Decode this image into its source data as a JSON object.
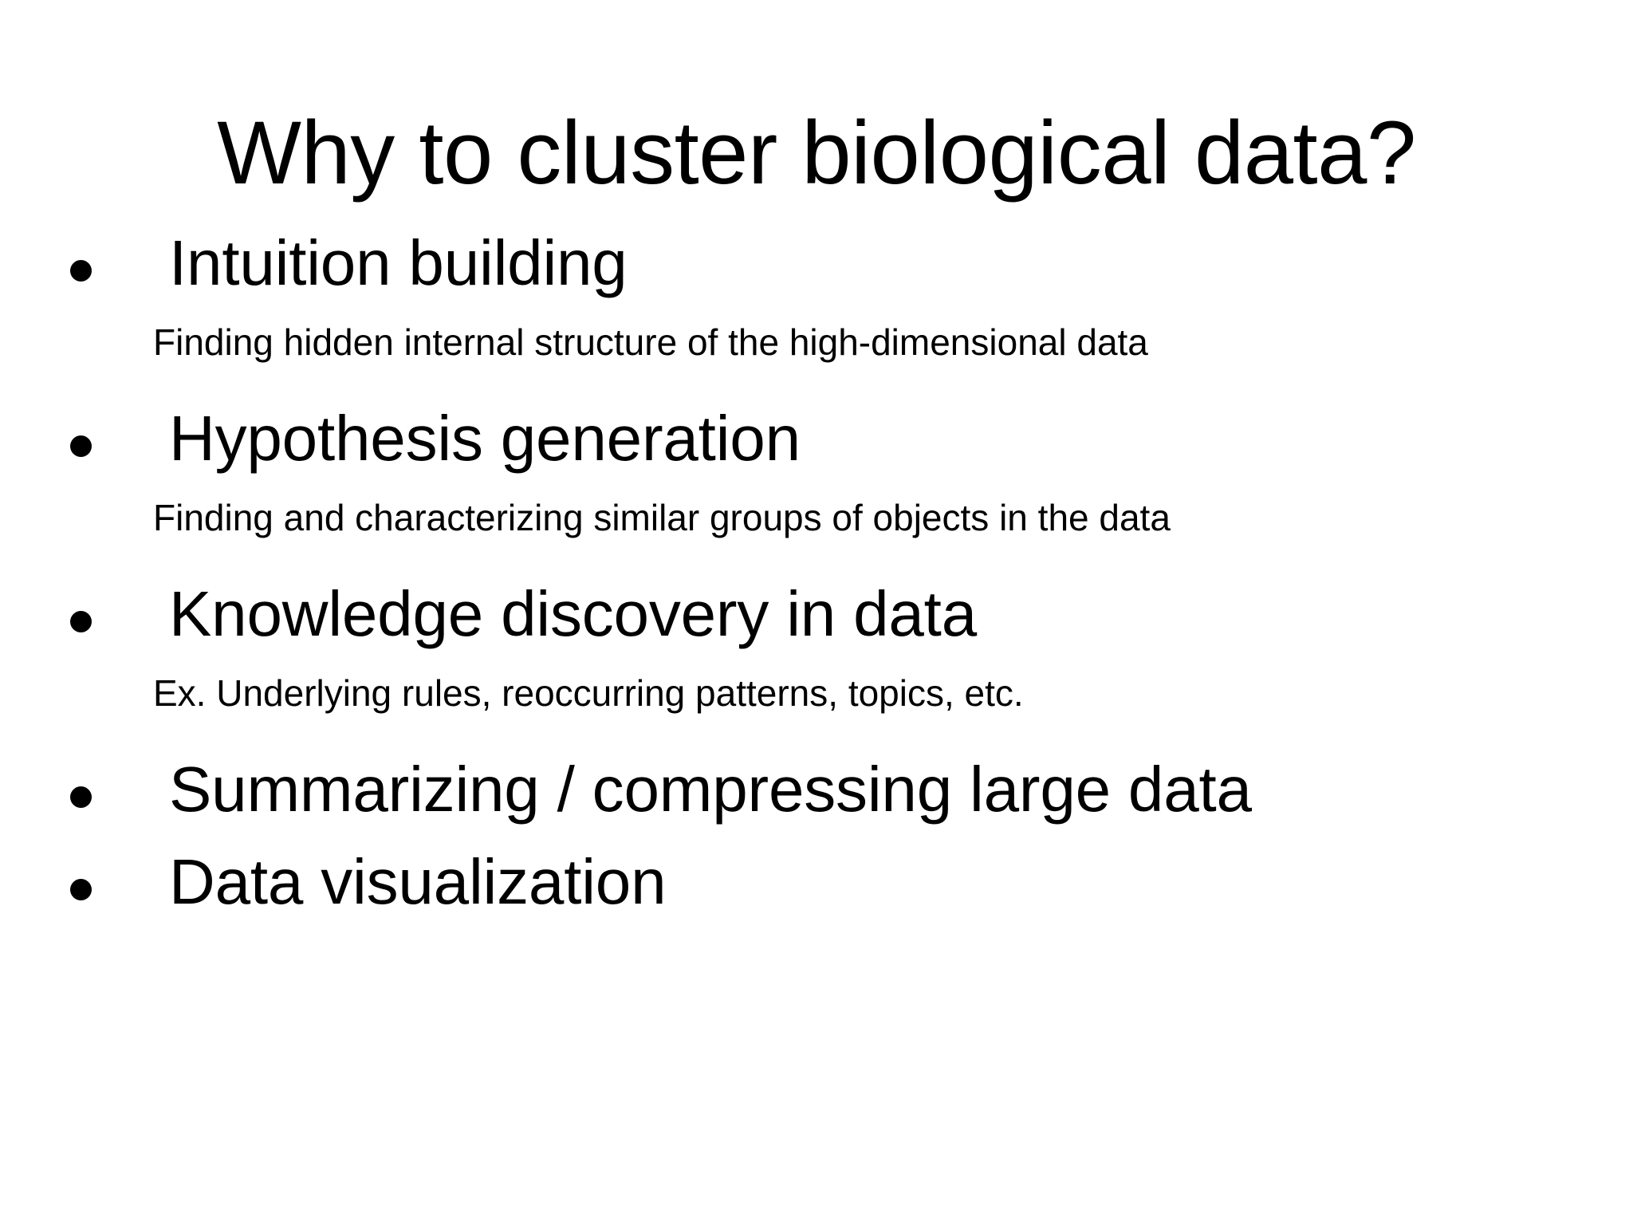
{
  "slide": {
    "title": "Why to cluster biological data?",
    "background_color": "#ffffff",
    "text_color": "#000000",
    "bullet_glyph": "bullet-dot",
    "items": [
      {
        "level": 1,
        "label": "Intuition building",
        "detail": "Finding hidden internal structure of the high-dimensional data"
      },
      {
        "level": 1,
        "label": "Hypothesis generation",
        "detail": "Finding and characterizing similar groups of objects in the data"
      },
      {
        "level": 1,
        "label": "Knowledge discovery in data",
        "detail": "Ex. Underlying rules, reoccurring patterns, topics, etc."
      },
      {
        "level": 1,
        "label": "Summarizing / compressing large data",
        "detail": ""
      },
      {
        "level": 1,
        "label": "Data visualization",
        "detail": ""
      }
    ]
  }
}
